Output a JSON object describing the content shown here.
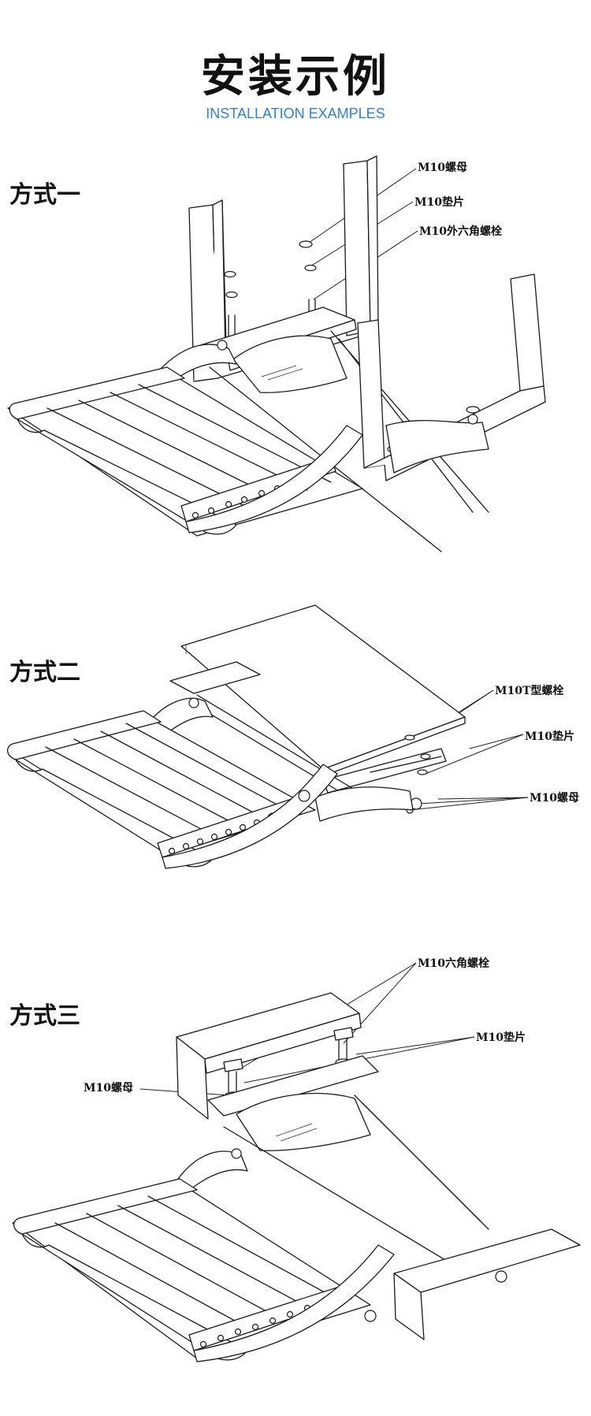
{
  "header": {
    "title": "安装示例",
    "subtitle": "INSTALLATION EXAMPLES",
    "accent_color": "#2f80d8"
  },
  "methods": [
    {
      "label": "方式一",
      "callouts": [
        "M10螺母",
        "M10垫片",
        "M10外六角螺栓"
      ]
    },
    {
      "label": "方式二",
      "callouts": [
        "M10T型螺栓",
        "M10垫片",
        "M10螺母"
      ]
    },
    {
      "label": "方式三",
      "callouts": [
        "M10六角螺栓",
        "M10垫片",
        "M10螺母"
      ]
    }
  ]
}
